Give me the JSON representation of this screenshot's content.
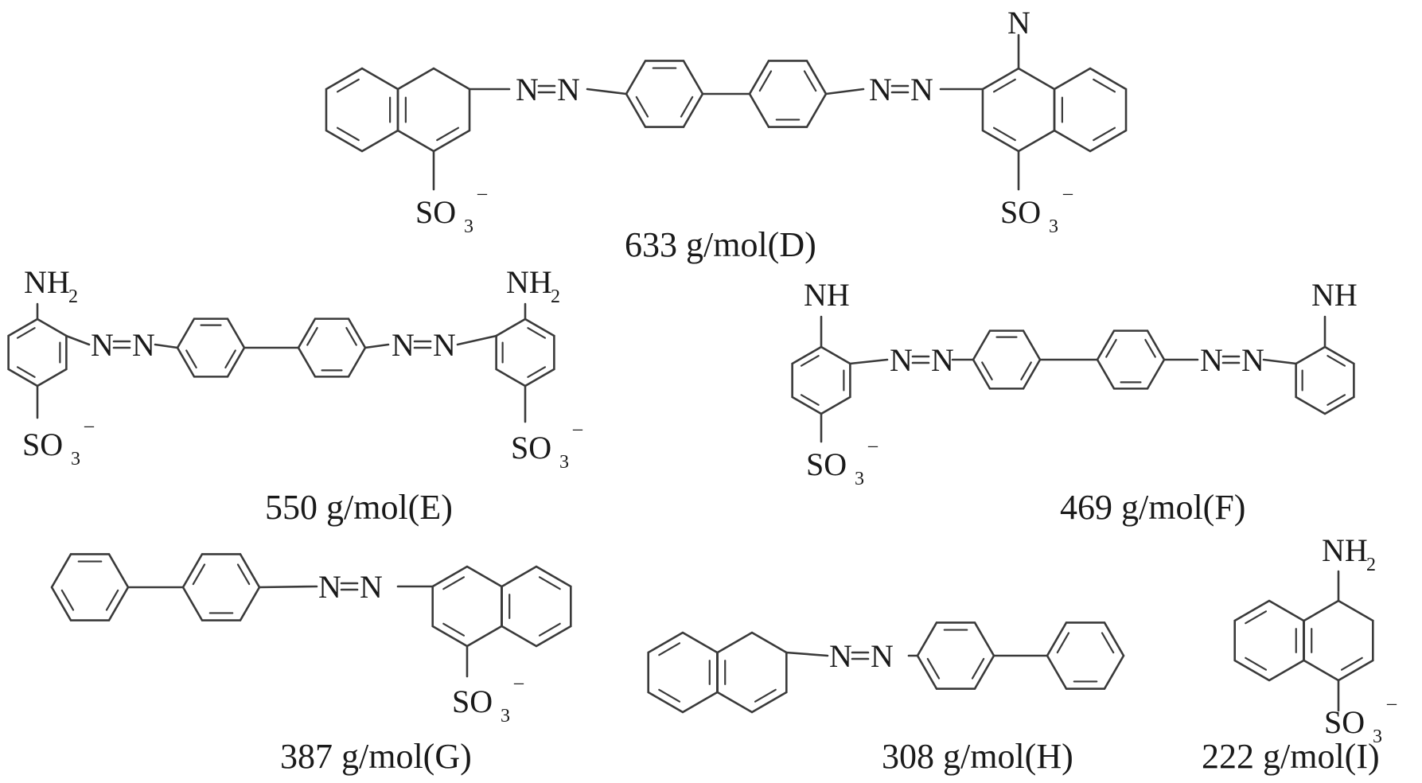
{
  "atoms": {
    "nitrogen": "N",
    "imine": "NH",
    "amine_main": "NH",
    "amine_sub": "2",
    "sulfonate_main": "SO",
    "sulfonate_sub": "3",
    "charge": "–"
  },
  "molecules": [
    {
      "id": "D",
      "caption": "633 g/mol(D)"
    },
    {
      "id": "E",
      "caption": "550 g/mol(E)"
    },
    {
      "id": "F",
      "caption": "469 g/mol(F)"
    },
    {
      "id": "G",
      "caption": "387 g/mol(G)"
    },
    {
      "id": "H",
      "caption": "308 g/mol(H)"
    },
    {
      "id": "I",
      "caption": "222 g/mol(I)"
    }
  ]
}
